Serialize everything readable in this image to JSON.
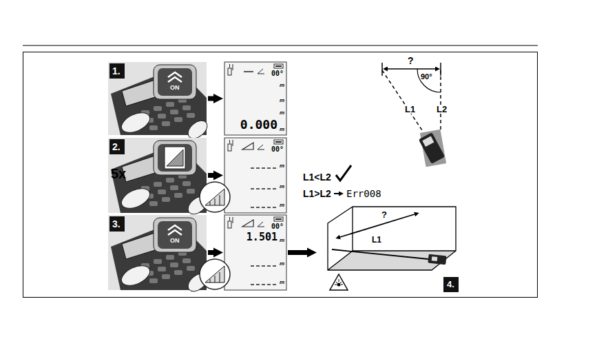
{
  "diagram": {
    "nodes": [
      {
        "text": [
          "1.",
          "ON"
        ]
      },
      {
        "text": [
          "00°",
          "m",
          "m",
          "m",
          "0.000",
          "m"
        ]
      },
      {
        "text": [
          "2.",
          "5x"
        ]
      },
      {
        "text": [
          "00°",
          "m",
          "m",
          "m"
        ]
      },
      {
        "text": [
          "3.",
          "ON"
        ]
      },
      {
        "text": [
          "00°",
          "1.501",
          "m",
          "m",
          "m"
        ]
      },
      {
        "text": [
          "?",
          "L1",
          "4."
        ]
      }
    ],
    "edges": [
      {
        "from": 0,
        "to": 1,
        "arrow": "to"
      },
      {
        "from": 2,
        "to": 3,
        "arrow": "to"
      },
      {
        "from": 4,
        "to": 5,
        "arrow": "to"
      },
      {
        "from": 5,
        "to": 6,
        "arrow": "to"
      }
    ],
    "labels": [
      "?",
      "90°",
      "L1",
      "L2",
      "L1<L2",
      "L1>L2",
      "Err008"
    ]
  }
}
